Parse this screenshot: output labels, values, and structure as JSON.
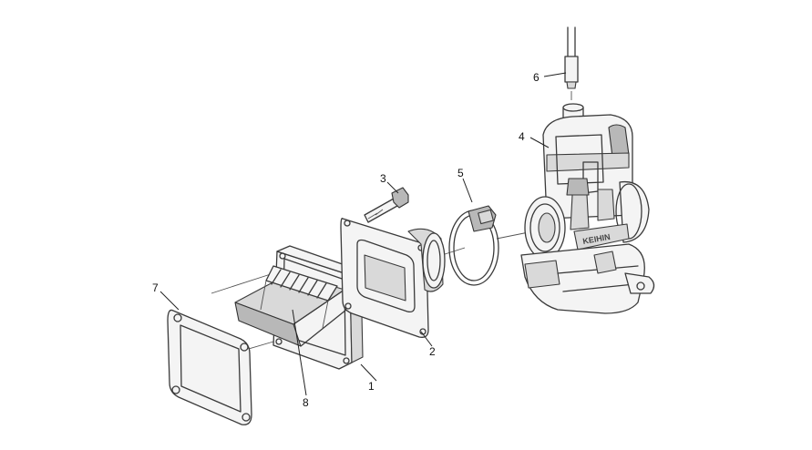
{
  "callouts": {
    "c1": "1",
    "c2": "2",
    "c3": "3",
    "c4": "4",
    "c5": "5",
    "c6": "6",
    "c7": "7",
    "c8": "8"
  },
  "carburetor_brand_text": "KEIHIN",
  "colors": {
    "line": "#3a3a3a",
    "background": "#ffffff",
    "shade": "#d9d9d9"
  }
}
